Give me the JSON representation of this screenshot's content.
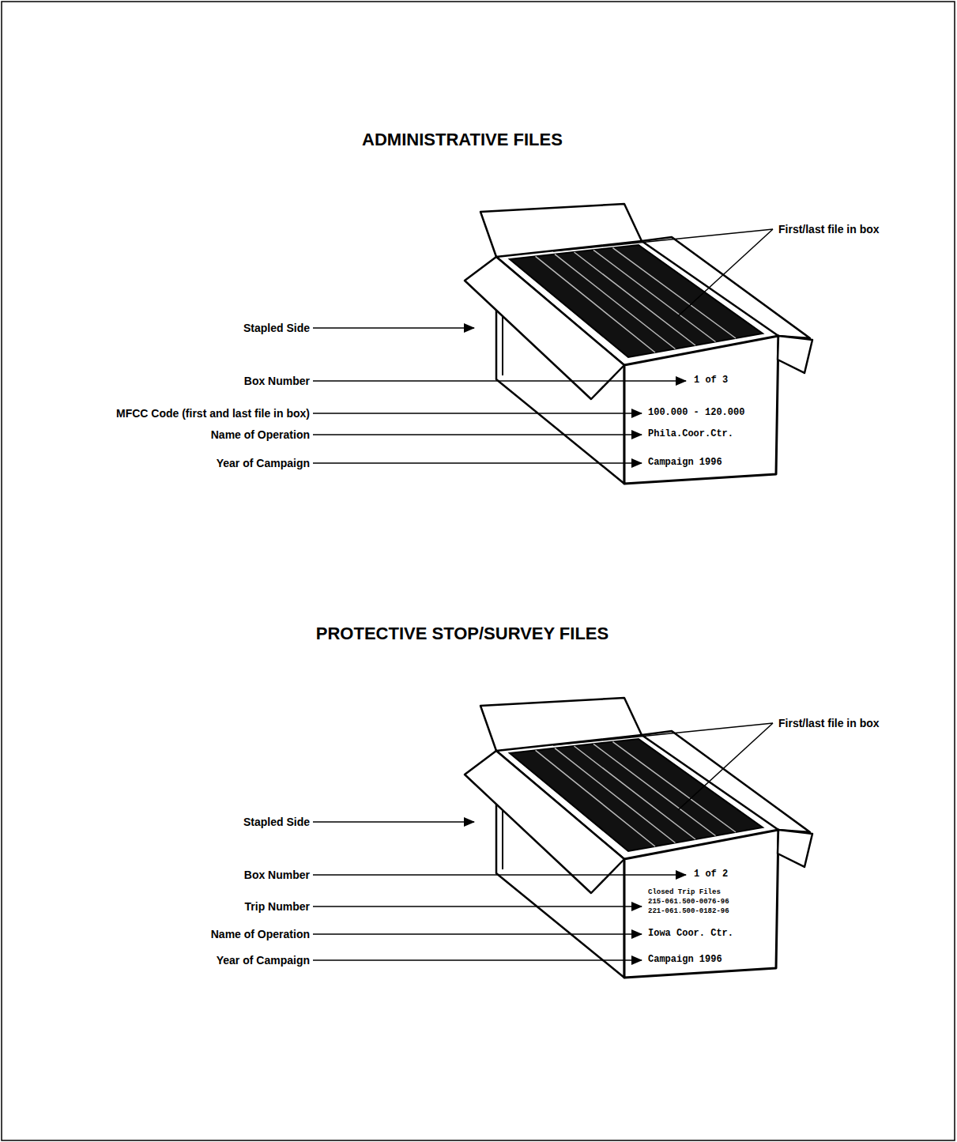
{
  "diagram": {
    "labels": [
      "ADMINISTRATIVE FILES",
      "First/last file in box",
      "Stapled Side",
      "Box Number",
      "MFCC Code (first and last file in box)",
      "Name of Operation",
      "Year of Campaign",
      "1 of 3",
      "100.000 - 120.000",
      "Phila.Coor.Ctr.",
      "Campaign 1996",
      "PROTECTIVE STOP/SURVEY FILES",
      "First/last file in box",
      "Stapled Side",
      "Box Number",
      "Trip Number",
      "Name of Operation",
      "Year of Campaign",
      "1 of 2",
      "Closed Trip Files",
      "215-061.500-0076-96",
      "221-061.500-0182-96",
      "Iowa Coor. Ctr.",
      "Campaign 1996"
    ]
  }
}
